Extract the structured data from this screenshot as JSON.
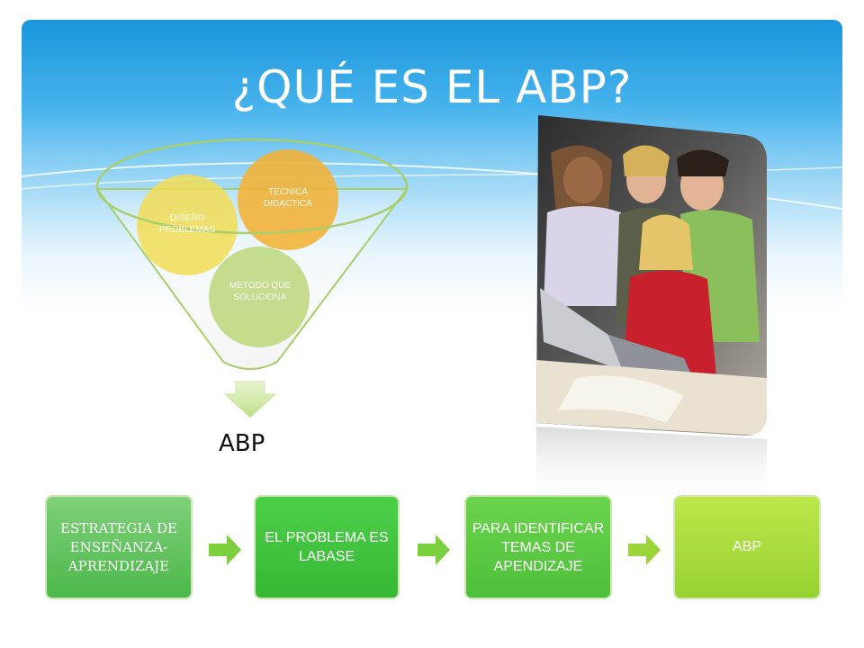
{
  "slide": {
    "title": "¿QUÉ ES EL ABP?"
  },
  "funnel": {
    "circles": [
      {
        "id": "diseno",
        "label": "DISEÑO PROBLEMAS",
        "color": "#f2dd55"
      },
      {
        "id": "tecnica",
        "label": "TECNICA DIDACTICA",
        "color": "#f3b33a"
      },
      {
        "id": "metodo",
        "label": "METODO QUE SOLUCIONA",
        "color": "#bcd77a"
      }
    ],
    "output_label": "ABP"
  },
  "process": {
    "steps": [
      {
        "label": "ESTRATEGIA DE ENSEÑANZA-APRENDIZAJE"
      },
      {
        "label": "EL PROBLEMA ES LABASE"
      },
      {
        "label": "PARA IDENTIFICAR TEMAS DE APENDIZAJE"
      },
      {
        "label": "ABP"
      }
    ],
    "arrow_color": "#7ccf3d"
  },
  "photo": {
    "icon": "students-photo"
  }
}
